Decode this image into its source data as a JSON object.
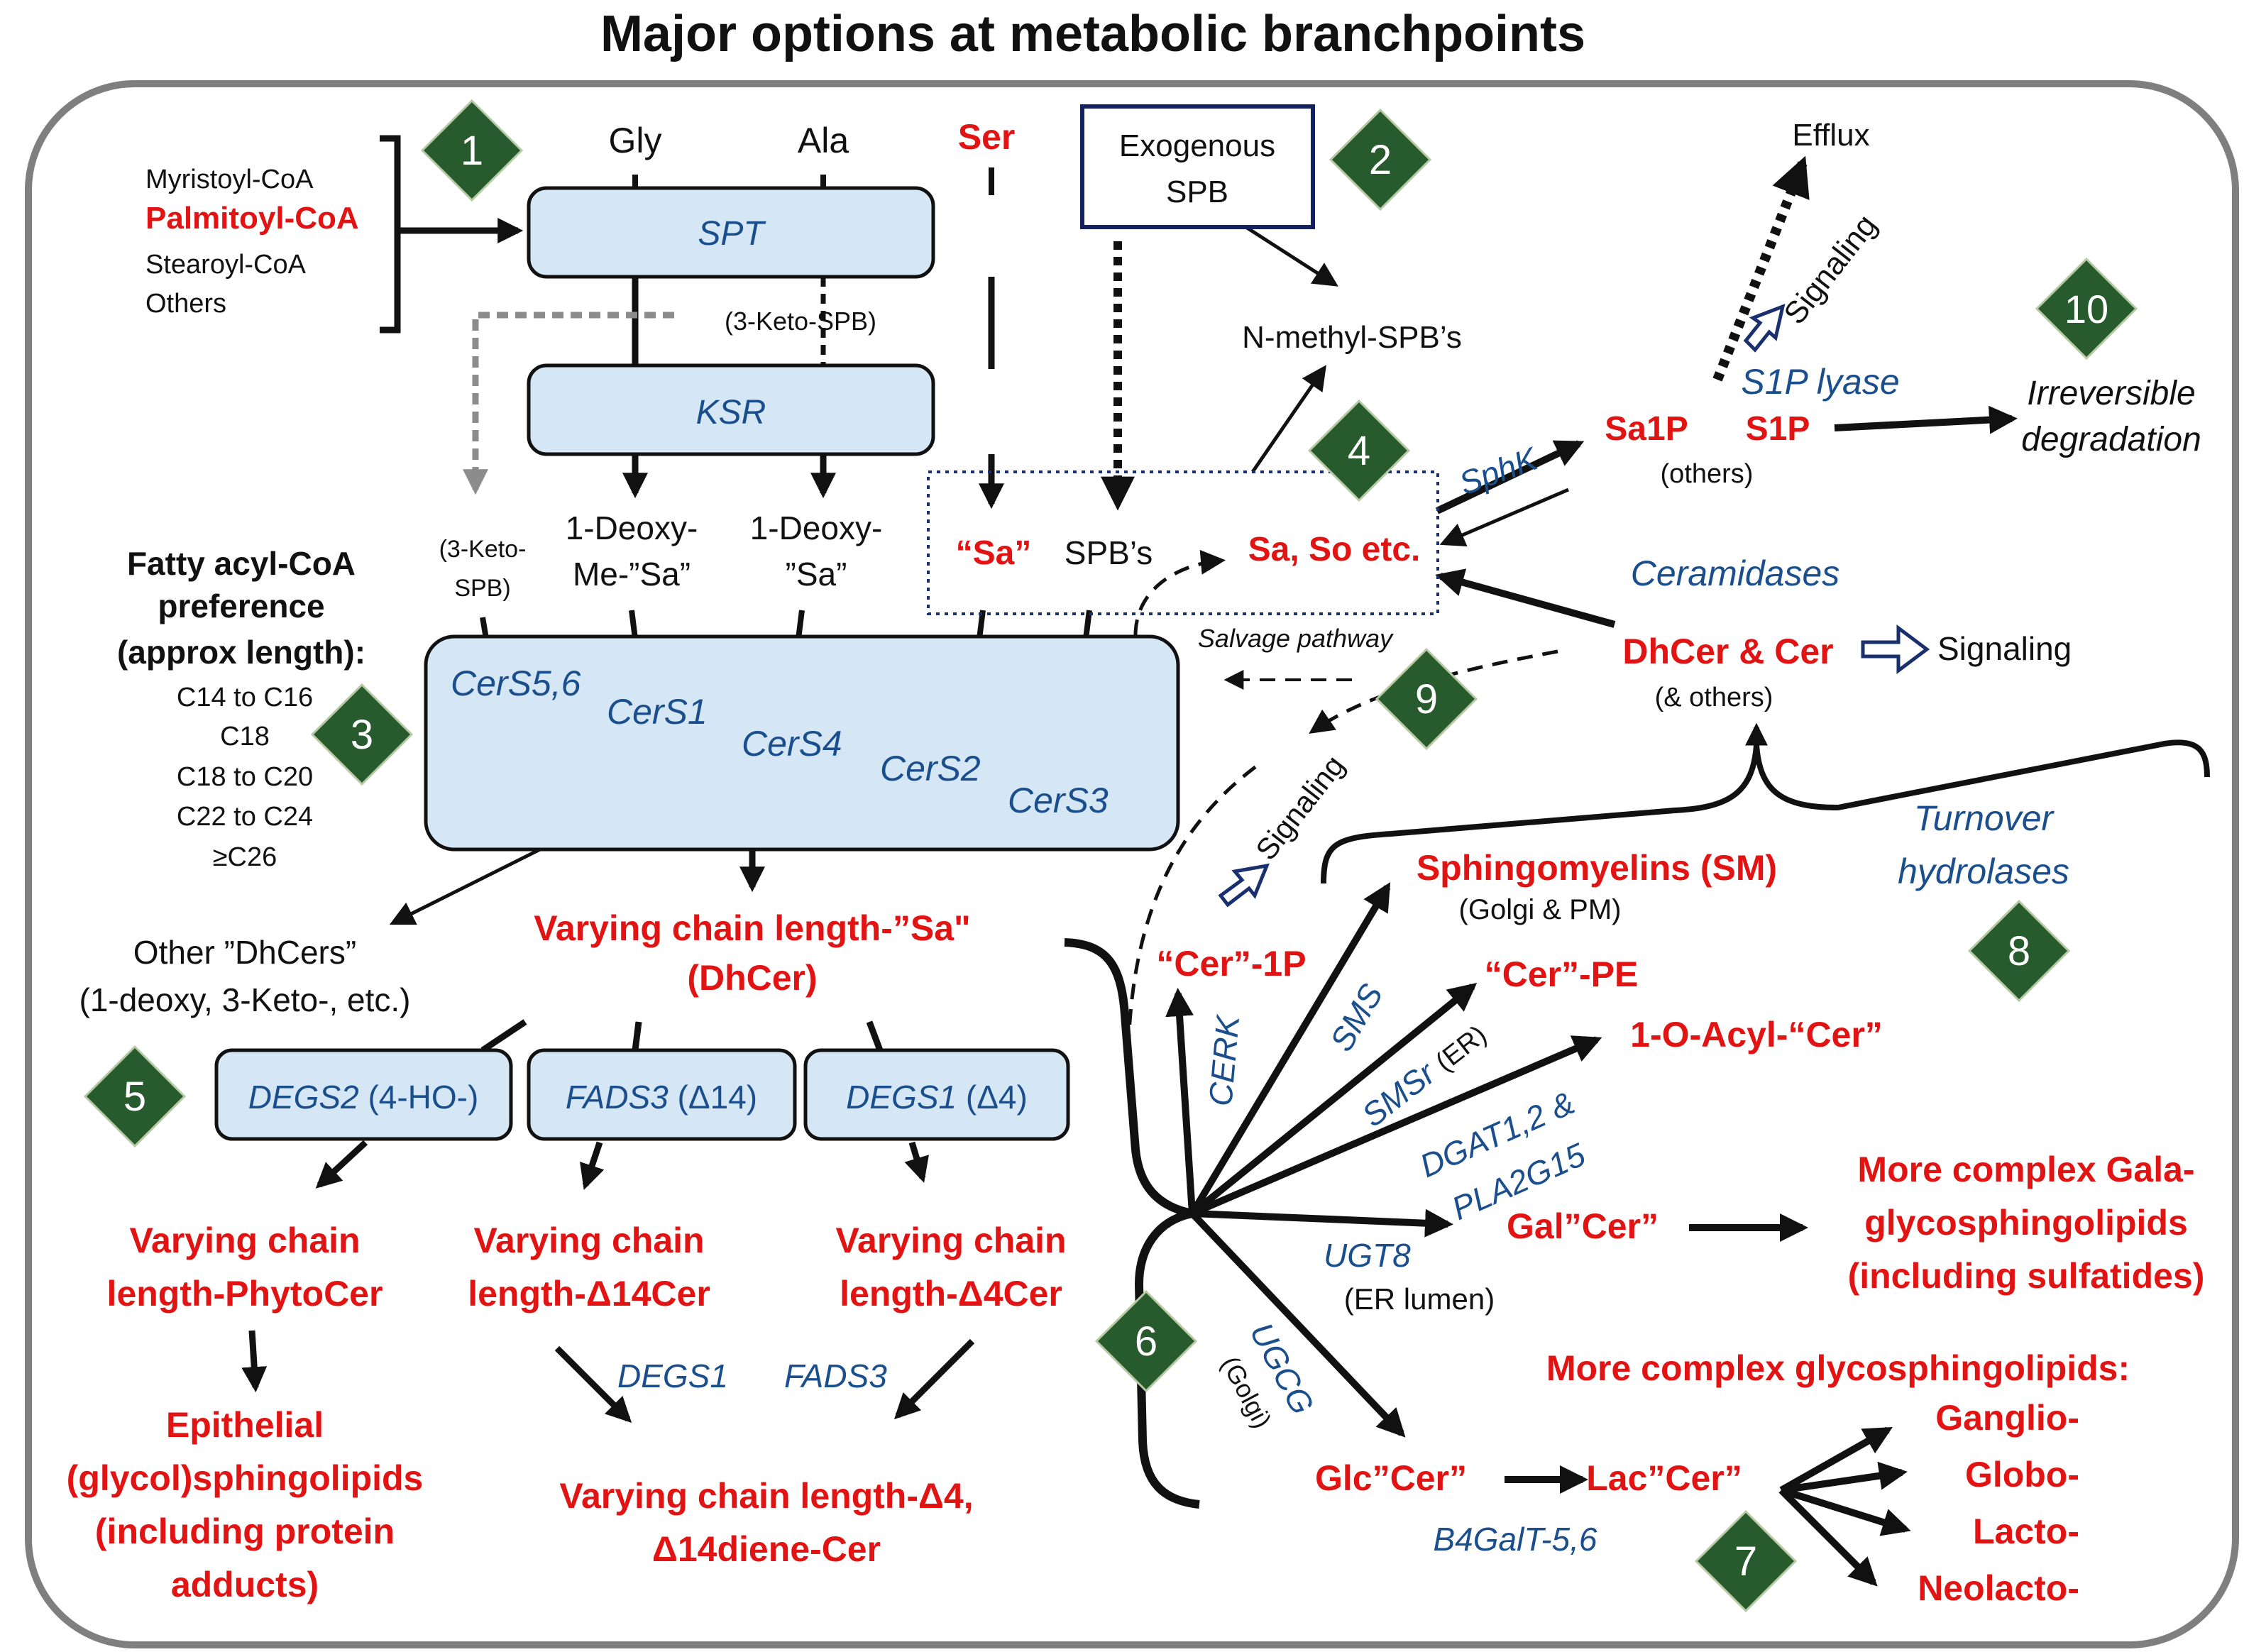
{
  "title": "Major options at metabolic branchpoints",
  "colors": {
    "red": "#e21313",
    "blue": "#1a4e8c",
    "black": "#111111",
    "box_fill": "#d5e6f5",
    "diamond_fill": "#275a2c",
    "border_gray": "#7f7f7f",
    "navy_box": "#15205e"
  },
  "badges": [
    "1",
    "2",
    "3",
    "4",
    "5",
    "6",
    "7",
    "8",
    "9",
    "10"
  ],
  "substrates": {
    "acyl_coas": [
      "Myristoyl-CoA",
      "Palmitoyl-CoA",
      "Stearoyl-CoA",
      "Others"
    ],
    "amino_acids": [
      "Gly",
      "Ala",
      "Ser"
    ]
  },
  "enzymes": {
    "spt": "SPT",
    "ksr": "KSR",
    "cers": [
      "CerS5,6",
      "CerS1",
      "CerS4",
      "CerS2",
      "CerS3"
    ],
    "degs2": "DEGS2",
    "degs2_suffix": "(4-HO-)",
    "fads3": "FADS3",
    "fads3_suffix": "(Δ14)",
    "degs1": "DEGS1",
    "degs1_suffix": "(Δ4)",
    "degs1_arrow": "DEGS1",
    "fads3_arrow": "FADS3",
    "sphk": "SphK",
    "s1p_lyase": "S1P lyase",
    "ceramidases": "Ceramidases",
    "turnover": [
      "Turnover",
      "hydrolases"
    ],
    "cerk": "CERK",
    "sms": "SMS",
    "smsr": "SMSr",
    "smsr_loc": "(ER)",
    "dgat": [
      "DGAT1,2 &",
      "PLA2G15"
    ],
    "ugt8": "UGT8",
    "ugt8_loc": "(ER lumen)",
    "ugcg": "UGCG",
    "ugcg_loc": "(Golgi)",
    "b4galt": "B4GalT-5,6"
  },
  "intermediates": {
    "keto_spb": "(3-Keto-SPB)",
    "keto_spb2": [
      "(3-Keto-",
      "SPB)"
    ],
    "deoxy_me_sa": [
      "1-Deoxy-",
      "Me-”Sa”"
    ],
    "deoxy_sa": [
      "1-Deoxy-",
      "”Sa”"
    ],
    "sa_quoted": "“Sa”",
    "spbs": "SPB’s",
    "sa_so": "Sa, So etc.",
    "exogenous": [
      "Exogenous",
      "SPB"
    ],
    "n_methyl": "N-methyl-SPB’s",
    "efflux": "Efflux",
    "signaling": "Signaling",
    "sa1p": "Sa1P",
    "s1p": "S1P",
    "others": "(others)",
    "irreversible": [
      "Irreversible",
      "degradation"
    ],
    "salvage": "Salvage pathway",
    "dhcer_cer": "DhCer & Cer",
    "and_others": "(& others)",
    "other_dhcers": [
      "Other ”DhCers”",
      "(1-deoxy, 3-Keto-, etc.)"
    ],
    "varying_sa": [
      "Varying chain length-”Sa\"",
      "(DhCer)"
    ],
    "phytocer": [
      "Varying chain",
      "length-PhytoCer"
    ],
    "d14cer": [
      "Varying chain",
      "length-Δ14Cer"
    ],
    "d4cer": [
      "Varying chain",
      "length-Δ4Cer"
    ],
    "epithelial": [
      "Epithelial",
      "(glycol)sphingolipids",
      "(including protein",
      "adducts)"
    ],
    "diene": [
      "Varying chain length-Δ4,",
      "Δ14diene-Cer"
    ],
    "cer1p": "“Cer”-1P",
    "sm": "Sphingomyelins (SM)",
    "sm_loc": "(Golgi & PM)",
    "cerpe": "“Cer”-PE",
    "acylcer": "1-O-Acyl-“Cer”",
    "galcer": "Gal”Cer”",
    "gala_complex": [
      "More complex Gala-",
      "glycosphingolipids",
      "(including sulfatides)"
    ],
    "glcer_complex": "More complex glycosphingolipids:",
    "glccer": "Glc”Cer”",
    "laccer": "Lac”Cer”",
    "series": [
      "Ganglio-",
      "Globo-",
      "Lacto-",
      "Neolacto-"
    ]
  },
  "preference": {
    "heading": [
      "Fatty acyl-CoA",
      "preference",
      "(approx length):"
    ],
    "lengths": [
      "C14 to C16",
      "C18",
      "C18 to C20",
      "C22 to C24",
      "≥C26"
    ]
  }
}
